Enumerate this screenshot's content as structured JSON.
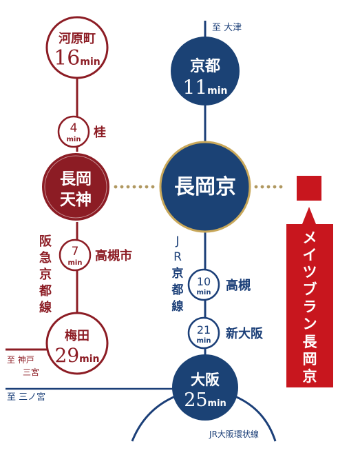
{
  "colors": {
    "hankyu": "#8c1c24",
    "hankyu_fill": "#8c1c24",
    "jr": "#1b3f78",
    "jr_fill": "#1b4275",
    "ring_gold": "#c9a85a",
    "dot_gold": "#b09860",
    "banner_red": "#c8161e"
  },
  "destinations": {
    "otsu": "至 大津",
    "kobe": "至 神戸",
    "sannomiya_hankyu": "三宮",
    "sannomiya_jr": "至 三ノ宮"
  },
  "hankyu_line": {
    "name_chars": [
      "阪",
      "急",
      "京",
      "都",
      "線"
    ],
    "stations": {
      "kawaramachi": {
        "name": "河原町",
        "minutes": "16",
        "unit": "min"
      },
      "nagaoka_tenjin": {
        "name_line1": "長岡",
        "name_line2": "天神"
      },
      "umeda": {
        "name": "梅田",
        "minutes": "29",
        "unit": "min"
      }
    },
    "intermediate": {
      "katsura": {
        "name": "桂",
        "minutes": "4",
        "unit": "min"
      },
      "takatsukishi": {
        "name": "高槻市",
        "minutes": "7",
        "unit": "min"
      }
    }
  },
  "jr_line": {
    "name_chars": [
      "J",
      "R",
      "京",
      "都",
      "線"
    ],
    "stations": {
      "kyoto": {
        "name": "京都",
        "minutes": "11",
        "unit": "min"
      },
      "nagaokakyo": {
        "name": "長岡京"
      },
      "osaka": {
        "name": "大阪",
        "minutes": "25",
        "unit": "min"
      }
    },
    "intermediate": {
      "takatsuki": {
        "name": "高槻",
        "minutes": "10",
        "unit": "min"
      },
      "shin_osaka": {
        "name": "新大阪",
        "minutes": "21",
        "unit": "min"
      }
    },
    "loop_label": "JR大阪環状線"
  },
  "property_banner": {
    "chars": [
      "メ",
      "イ",
      "ツ",
      "ブ",
      "ラ",
      "ン",
      "長",
      "岡",
      "京"
    ]
  }
}
